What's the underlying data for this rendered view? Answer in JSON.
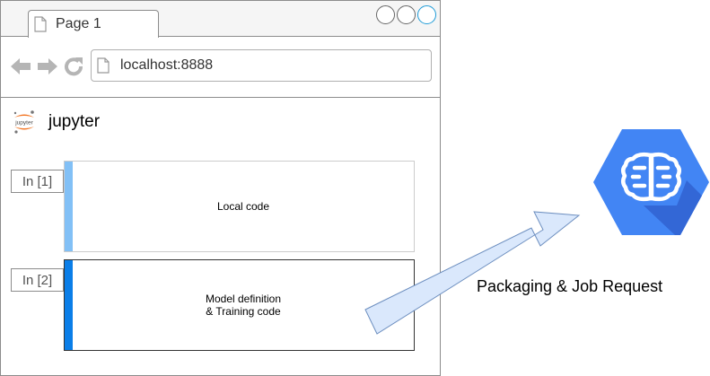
{
  "browser": {
    "tab_label": "Page 1",
    "address": "localhost:8888",
    "icons": {
      "tab": "page-icon",
      "back": "arrow-left-icon",
      "forward": "arrow-right-icon",
      "reload": "reload-icon",
      "address": "page-icon"
    }
  },
  "notebook": {
    "brand": "jupyter",
    "brand_icon": "jupyter-logo",
    "cells": [
      {
        "prompt": "In [1]",
        "lines": [
          "Local code"
        ]
      },
      {
        "prompt": "In [2]",
        "lines": [
          "Model definition",
          "& Training code"
        ]
      }
    ]
  },
  "flow": {
    "label": "Packaging & Job Request",
    "target_icon": "cloud-ml-engine-icon"
  },
  "colors": {
    "border": "#8c8c8c",
    "cell1_bar": "#82c0f6",
    "cell2_bar": "#0a7ee8",
    "arrow_fill": "#dae8fc",
    "arrow_stroke": "#6c8ebf",
    "ml_icon": "#4285f4",
    "ml_icon_shade": "#3367d6",
    "active_control": "#1e9bd7"
  }
}
